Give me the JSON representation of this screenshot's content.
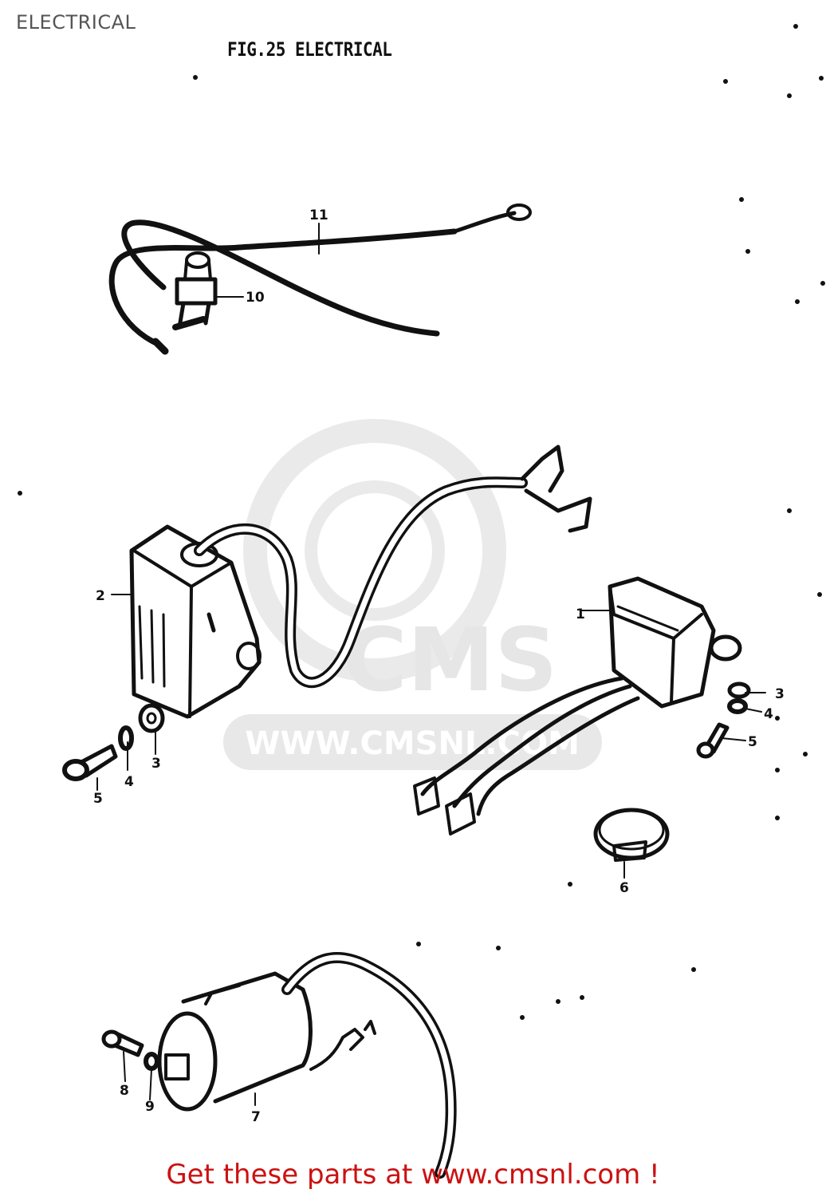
{
  "header": {
    "title": "ELECTRICAL"
  },
  "figure": {
    "title": "FIG.25  ELECTRICAL"
  },
  "watermark": {
    "logo_text": "CMS",
    "url_text": "WWW.CMSNL.COM"
  },
  "callouts": [
    "1",
    "2",
    "3",
    "4",
    "5",
    "3",
    "4",
    "5",
    "6",
    "7",
    "8",
    "9",
    "10",
    "11"
  ],
  "footer": {
    "text": "Get these parts at www.cmsnl.com !"
  },
  "colors": {
    "line": "#111111",
    "footer": "#cc1111",
    "watermark": "#888888",
    "header": "#555555"
  }
}
